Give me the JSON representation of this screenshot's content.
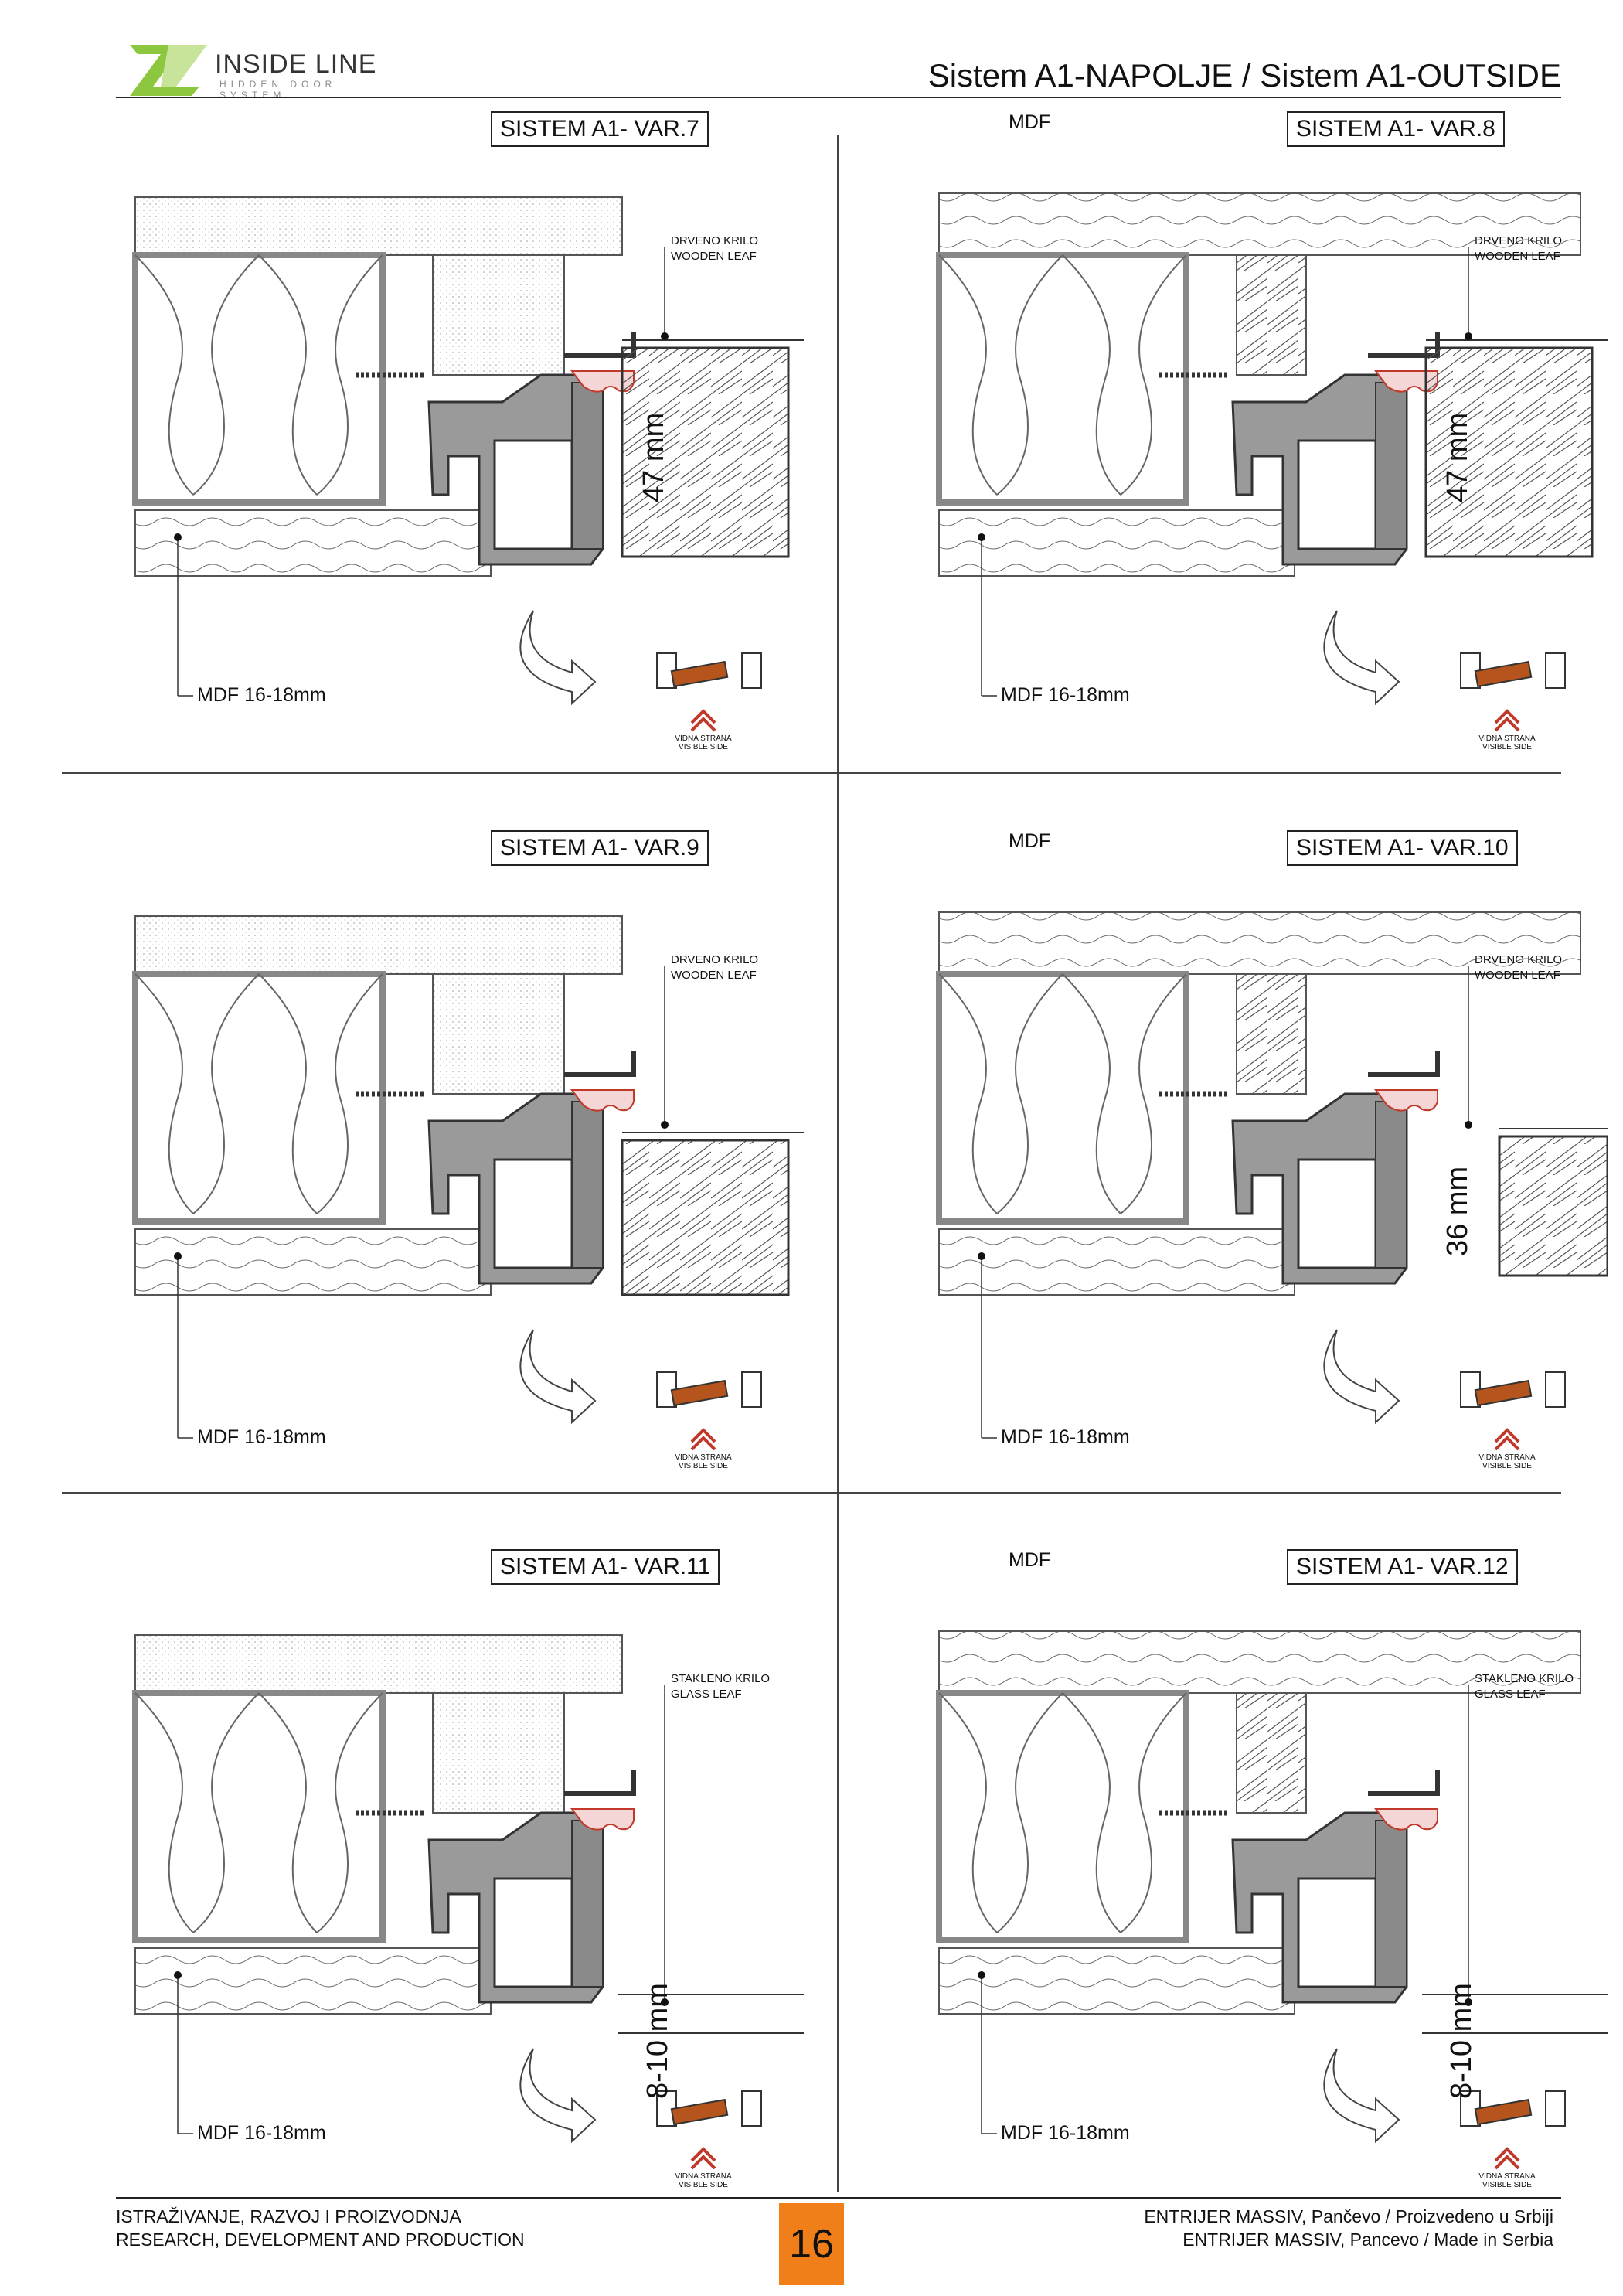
{
  "header": {
    "logo_text": "INSIDE LINE",
    "logo_sub": "HIDDEN DOOR SYSTEM",
    "title": "Sistem A1-NAPOLJE / Sistem A1-OUTSIDE"
  },
  "panels": [
    {
      "title": "SISTEM A1- VAR.7",
      "top_label": "",
      "leaf_label_1": "DRVENO KRILO",
      "leaf_label_2": "WOODEN LEAF",
      "dim": "47 mm",
      "mdf_label": "MDF 16-18mm",
      "visible_1": "VIDNA STRANA",
      "visible_2": "VISIBLE SIDE"
    },
    {
      "title": "SISTEM A1- VAR.8",
      "top_label": "MDF",
      "leaf_label_1": "DRVENO KRILO",
      "leaf_label_2": "WOODEN LEAF",
      "dim": "47 mm",
      "mdf_label": "MDF 16-18mm",
      "visible_1": "VIDNA STRANA",
      "visible_2": "VISIBLE SIDE"
    },
    {
      "title": "SISTEM A1- VAR.9",
      "top_label": "",
      "leaf_label_1": "DRVENO KRILO",
      "leaf_label_2": "WOODEN LEAF",
      "dim": "",
      "mdf_label": "MDF 16-18mm",
      "visible_1": "VIDNA STRANA",
      "visible_2": "VISIBLE SIDE"
    },
    {
      "title": "SISTEM A1- VAR.10",
      "top_label": "MDF",
      "leaf_label_1": "DRVENO KRILO",
      "leaf_label_2": "WOODEN LEAF",
      "dim": "36 mm",
      "mdf_label": "MDF 16-18mm",
      "visible_1": "VIDNA STRANA",
      "visible_2": "VISIBLE SIDE"
    },
    {
      "title": "SISTEM A1- VAR.11",
      "top_label": "",
      "leaf_label_1": "STAKLENO KRILO",
      "leaf_label_2": "GLASS LEAF",
      "dim": "8-10 mm",
      "mdf_label": "MDF 16-18mm",
      "visible_1": "VIDNA STRANA",
      "visible_2": "VISIBLE SIDE"
    },
    {
      "title": "SISTEM A1- VAR.12",
      "top_label": "MDF",
      "leaf_label_1": "STAKLENO KRILO",
      "leaf_label_2": "GLASS LEAF",
      "dim": "8-10 mm",
      "mdf_label": "MDF 16-18mm",
      "visible_1": "VIDNA STRANA",
      "visible_2": "VISIBLE SIDE"
    }
  ],
  "footer": {
    "left_1": "ISTRAŽIVANJE, RAZVOJ I PROIZVODNJA",
    "left_2": "RESEARCH, DEVELOPMENT AND PRODUCTION",
    "page": "16",
    "right_1": "ENTRIJER MASSIV, Pančevo / Proizvedeno u Srbiji",
    "right_2": "ENTRIJER MASSIV, Pancevo / Made in Serbia"
  },
  "colors": {
    "accent": "#f07f1a",
    "logo_green": "#8dc63f",
    "seal_red": "#c0392b",
    "leaf_orange": "#b5541c"
  }
}
